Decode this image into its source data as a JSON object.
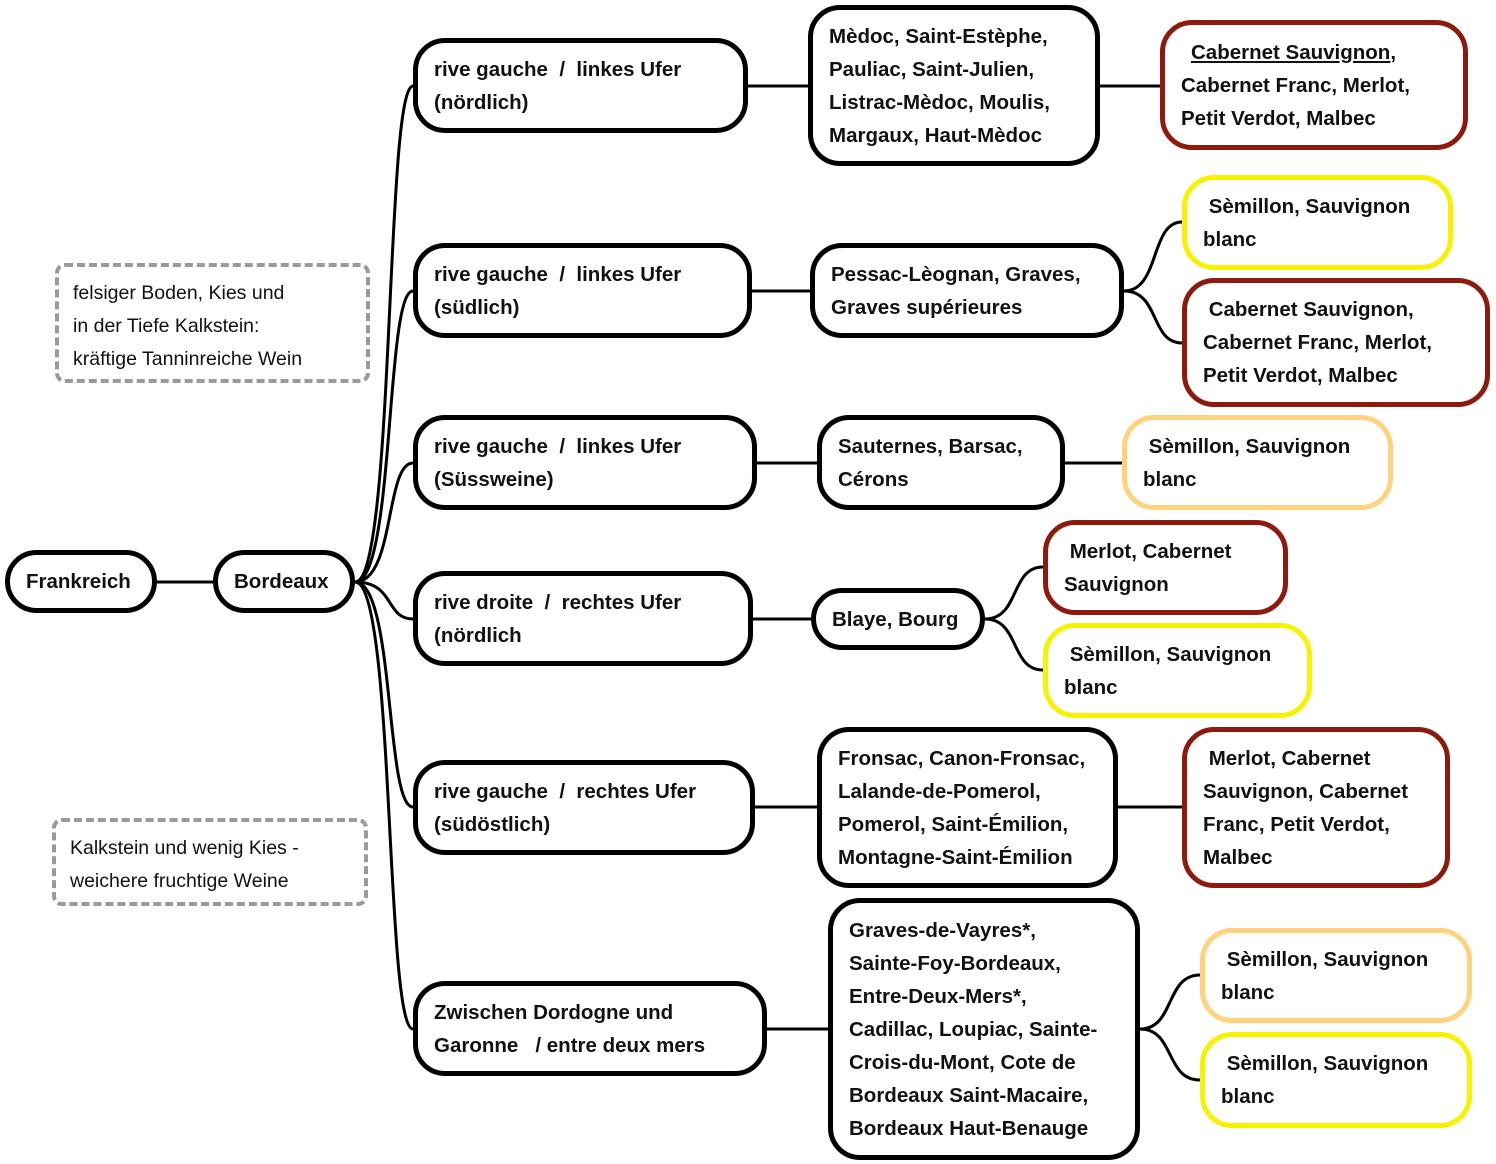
{
  "colors": {
    "black": "#000000",
    "red": "#8e1a0e",
    "yellow": "#f7f200",
    "orange": "#ffd27d",
    "note_border": "#9a9a9a"
  },
  "root": "Frankreich",
  "region": "Bordeaux",
  "notes": [
    "felsiger Boden, Kies und\nin der Tiefe Kalkstein:\nkräftige Tanninreiche Wein",
    "Kalkstein und wenig Kies -\nweichere fruchtige Weine"
  ],
  "branches": [
    {
      "label": "rive gauche  /  linkes Ufer\n(nördlich)",
      "appellations": "Mèdoc, Saint-Estèphe,\nPauliac, Saint-Julien,\nListrac-Mèdoc, Moulis,\nMargaux, Haut-Mèdoc",
      "grapes": [
        {
          "underlined": "Cabernet Sauvignon",
          "rest": ",\nCabernet Franc, Merlot,\nPetit Verdot, Malbec",
          "color": "red"
        }
      ]
    },
    {
      "label": "rive gauche  /  linkes Ufer\n(südlich)",
      "appellations": "Pessac-Lèognan, Graves,\nGraves supérieures",
      "grapes": [
        {
          "text": " Sèmillon, Sauvignon\nblanc",
          "color": "yellow"
        },
        {
          "text": " Cabernet Sauvignon,\nCabernet Franc, Merlot,\nPetit Verdot, Malbec",
          "color": "red"
        }
      ]
    },
    {
      "label": "rive gauche  /  linkes Ufer\n(Süssweine)",
      "appellations": "Sauternes, Barsac,\nCérons",
      "grapes": [
        {
          "text": " Sèmillon, Sauvignon\nblanc",
          "color": "orange"
        }
      ]
    },
    {
      "label": "rive droite  /  rechtes Ufer\n(nördlich",
      "appellations": "Blaye, Bourg",
      "grapes": [
        {
          "text": " Merlot, Cabernet\nSauvignon",
          "color": "red"
        },
        {
          "text": " Sèmillon, Sauvignon\nblanc",
          "color": "yellow"
        }
      ]
    },
    {
      "label": "rive gauche  /  rechtes Ufer\n(südöstlich)",
      "appellations": "Fronsac, Canon-Fronsac,\nLalande-de-Pomerol,\nPomerol, Saint-Émilion,\nMontagne-Saint-Émilion",
      "grapes": [
        {
          "text": " Merlot, Cabernet\nSauvignon, Cabernet\nFranc, Petit Verdot,\nMalbec",
          "color": "red"
        }
      ]
    },
    {
      "label": "Zwischen Dordogne und\nGaronne   / entre deux mers",
      "appellations": "Graves-de-Vayres*,\nSainte-Foy-Bordeaux,\nEntre-Deux-Mers*,\nCadillac, Loupiac, Sainte-\nCrois-du-Mont, Cote de\nBordeaux Saint-Macaire,\nBordeaux Haut-Benauge",
      "grapes": [
        {
          "text": " Sèmillon, Sauvignon\nblanc",
          "color": "orange"
        },
        {
          "text": " Sèmillon, Sauvignon\nblanc",
          "color": "yellow"
        }
      ]
    }
  ]
}
